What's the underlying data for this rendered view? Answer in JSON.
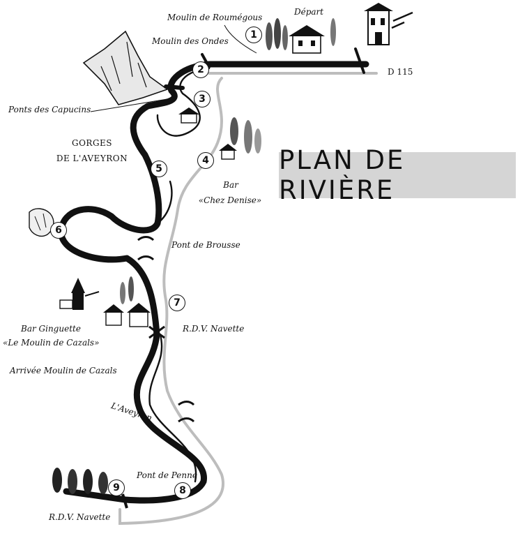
{
  "title": "PLAN DE RIVIÈRE",
  "colors": {
    "ink": "#111111",
    "road": "#bdbdbd",
    "title_bg": "#d5d5d5",
    "paper": "#ffffff"
  },
  "stops": [
    {
      "number": "1",
      "place": "Moulin de Roumégous"
    },
    {
      "number": "2",
      "place": "Moulin des Ondes"
    },
    {
      "number": "3",
      "place": "Ponts des Capucins"
    },
    {
      "number": "4",
      "place": "Bar «Chez Denise»"
    },
    {
      "number": "5",
      "place": "Gorges de l'Aveyron"
    },
    {
      "number": "6",
      "place": ""
    },
    {
      "number": "7",
      "place": "R.D.V. Navette"
    },
    {
      "number": "8",
      "place": "Pont de Penne"
    },
    {
      "number": "9",
      "place": "R.D.V. Navette"
    }
  ],
  "labels": {
    "depart": "Départ",
    "moulin_roumegous": "Moulin de Roumégous",
    "moulin_ondes": "Moulin des Ondes",
    "road": "D 115",
    "ponts_capucins": "Ponts des Capucins",
    "gorges_line1": "GORGES",
    "gorges_line2": "DE L'AVEYRON",
    "bar_denise_line1": "Bar",
    "bar_denise_line2": "«Chez Denise»",
    "pont_brousse": "Pont de Brousse",
    "rdv_navette_mid": "R.D.V. Navette",
    "bar_guinguette_line1": "Bar Ginguette",
    "bar_guinguette_line2": "«Le Moulin de Cazals»",
    "arrivee": "Arrivée Moulin de Cazals",
    "river": "L'Aveyron",
    "pont_penne": "Pont de Penne",
    "rdv_navette_end": "R.D.V. Navette"
  },
  "icons": [
    "castle-tower-icon",
    "house-icon",
    "cypress-tree-icon",
    "cliff-icon",
    "bridge-icon",
    "village-church-icon"
  ]
}
